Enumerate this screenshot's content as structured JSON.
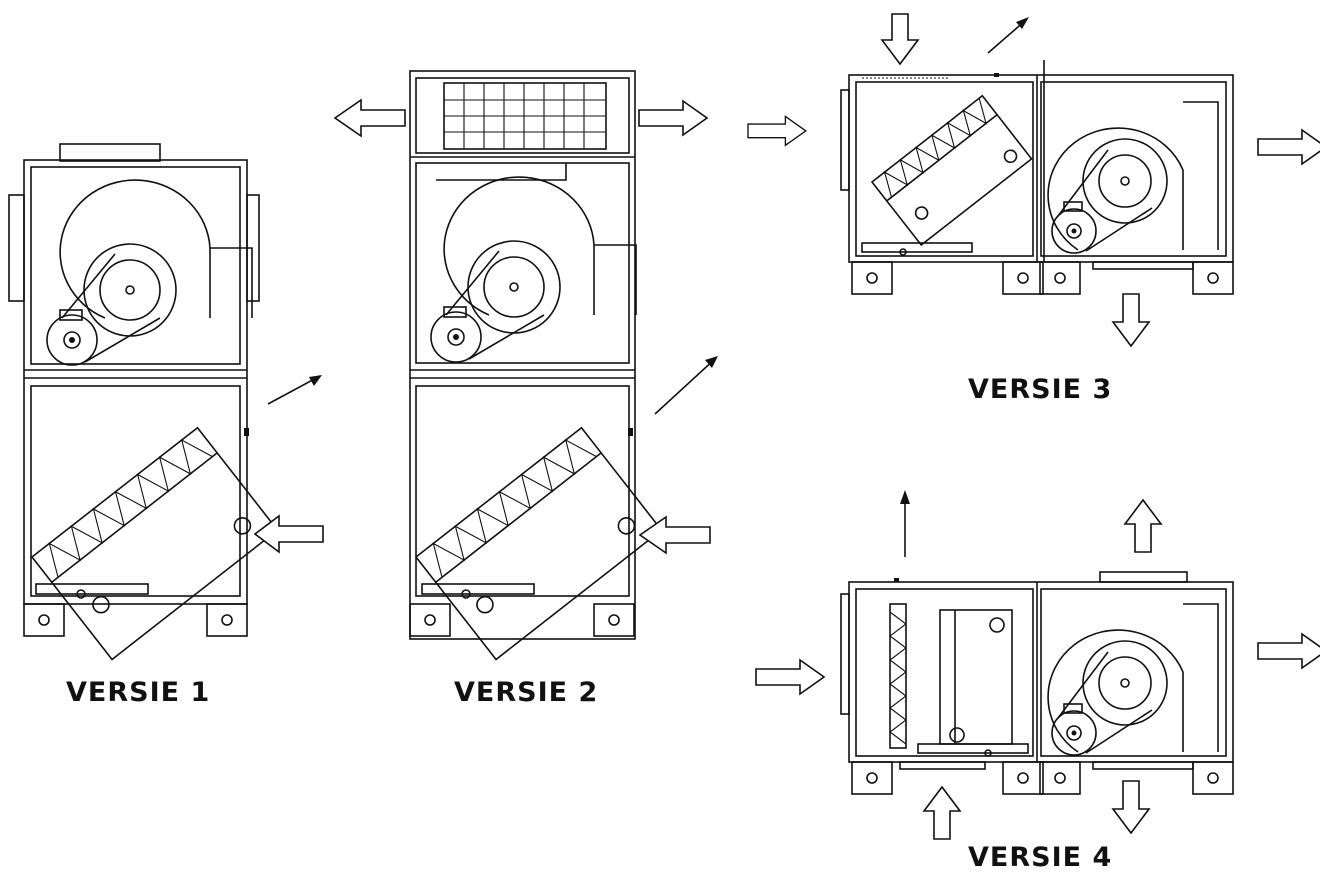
{
  "labels": {
    "v1": "VERSIE 1",
    "v2": "VERSIE 2",
    "v3": "VERSIE 3",
    "v4": "VERSIE 4"
  }
}
